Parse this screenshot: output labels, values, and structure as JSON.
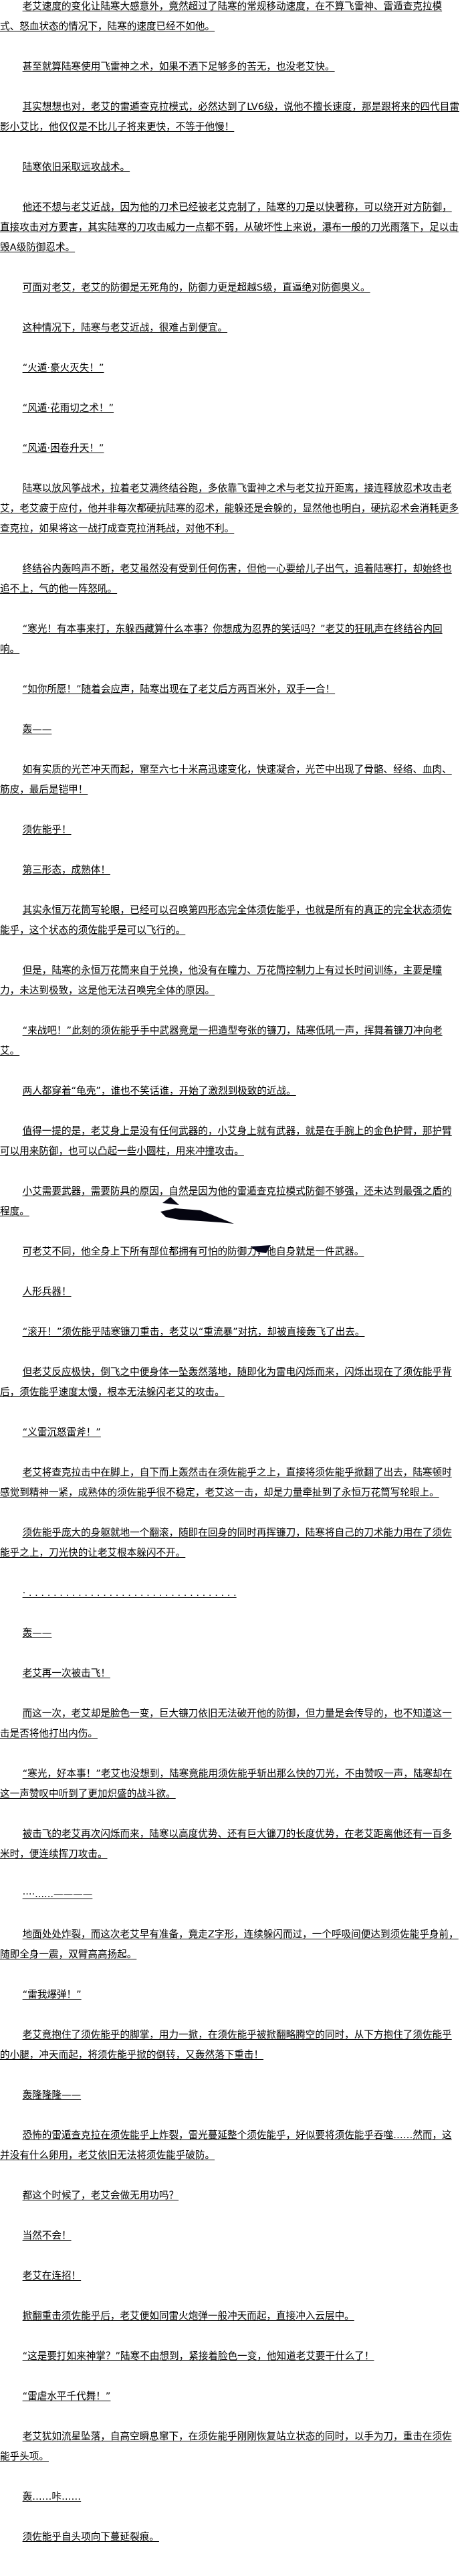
{
  "article": {
    "paragraphs": [
      "老艾速度的变化让陆寒大感意外，竟然超过了陆寒的常规移动速度，在不算飞雷神、雷遁查克拉模式、怒血状态的情况下，陆寒的速度已经不如他。",
      "甚至就算陆寒使用飞雷神之术，如果不洒下足够多的苦无，也没老艾快。",
      "其实想想也对，老艾的雷遁查克拉模式，必然达到了LV6级，说他不擅长速度，那是跟将来的四代目雷影小艾比，他仅仅是不比儿子将来更快，不等于他慢！",
      "陆寒依旧采取远攻战术。",
      "他还不想与老艾近战，因为他的刀术已经被老艾克制了，陆寒的刀是以快著称，可以绕开对方防御，直接攻击对方要害，其实陆寒的刀攻击威力一点都不弱，从破坏性上来说，瀑布一般的刀光雨落下，足以击毁A级防御忍术。",
      "可面对老艾，老艾的防御是无死角的，防御力更是超越S级，直逼绝对防御奥义。",
      "这种情况下，陆寒与老艾近战，很难占到便宜。",
      "“火遁·豪火灭失！”",
      "“风遁·花雨切之术！”",
      "“风遁·困卷升天！”",
      "陆寒以放风筝战术，拉着老艾满终结谷跑，多依靠飞雷神之术与老艾拉开距离，接连释放忍术攻击老艾，老艾疲于应付，他并非每次都硬抗陆寒的忍术，能躲还是会躲的，显然他也明白，硬抗忍术会消耗更多查克拉，如果将这一战打成查克拉消耗战，对他不利。",
      "终结谷内轰鸣声不断，老艾虽然没有受到任何伤害，但他一心要给儿子出气，追着陆寒打，却始终也追不上，气的他一阵怒吼。",
      "“寒光！有本事来打，东躲西藏算什么本事？你想成为忍界的笑话吗？”老艾的狂吼声在终结谷内回响。",
      "“如你所愿！”随着会应声，陆寒出现在了老艾后方两百米外，双手一合！",
      "轰——",
      "如有实质的光芒冲天而起，窜至六七十米高迅速变化，快速凝合，光芒中出现了骨骼、经络、血肉、筋皮，最后是铠甲！",
      "须佐能乎！",
      "第三形态，成熟体！",
      "其实永恒万花筒写轮眼，已经可以召唤第四形态完全体须佐能乎，也就是所有的真正的完全状态须佐能乎，这个状态的须佐能乎是可以飞行的。",
      "但是，陆寒的永恒万花筒来自于兑换，他没有在瞳力、万花筒控制力上有过长时间训练，主要是瞳力，未达到极致，这是他无法召唤完全体的原因。",
      "“来战吧！”此刻的须佐能乎手中武器竟是一把造型夸张的镰刀，陆寒低吼一声，挥舞着镰刀冲向老艾。",
      "两人都穿着“龟壳”，谁也不笑话谁，开始了激烈到极致的近战。",
      "值得一提的是，老艾身上是没有任何武器的，小艾身上就有武器，就是在手腕上的金色护臂，那护臂可以用来防御，也可以凸起一些小圆柱，用来冲撞攻击。",
      "小艾需要武器，需要防具的原因，自然是因为他的雷遁查克拉模式防御不够强，还未达到最强之盾的程度。",
      "可老艾不同，他全身上下所有部位都拥有可怕的防御力，他自身就是一件武器。",
      "人形兵器！",
      "“滚开！”须佐能乎陆寒镰刀重击，老艾以“重流暴”对抗，却被直接轰飞了出去。",
      "但老艾反应极快，倒飞之中便身体一坠轰然落地，随即化为雷电闪烁而来，闪烁出现在了须佐能乎背后，须佐能乎速度太慢，根本无法躲闪老艾的攻击。",
      "“义雷沉怒雷斧！”",
      "老艾将查克拉击中在脚上，自下而上轰然击在须佐能乎之上，直接将须佐能乎掀翻了出去，陆寒顿时感觉到精神一紧，成熟体的须佐能乎很不稳定，老艾这一击，却是力量牵扯到了永恒万花筒写轮眼上。",
      "须佐能乎庞大的身躯就地一个翻滚，随即在回身的同时再挥镰刀，陆寒将自己的刀术能力用在了须佐能乎之上，刀光快的让老艾根本躲闪不开。",
      "·  . . . . . . . . . . . . . . . . . . . . . . . . . . . . . . . . . .",
      "轰——",
      "老艾再一次被击飞！",
      "而这一次，老艾却是脸色一变，巨大镰刀依旧无法破开他的防御，但力量是会传导的，也不知道这一击是否将他打出内伤。",
      "“寒光，好本事！”老艾也没想到，陆寒竟能用须佐能乎斩出那么快的刀光，不由赞叹一声，陆寒却在这一声赞叹中听到了更加炽盛的战斗欲。",
      "被击飞的老艾再次闪烁而来，陆寒以高度优势、还有巨大镰刀的长度优势，在老艾距离他还有一百多米时，便连续挥刀攻击。",
      "····......————",
      "地面处处炸裂，而这次老艾早有准备，竟走Z字形，连续躲闪而过，一个呼吸间便达到须佐能乎身前，随即全身一震，双臂高高扬起。",
      "“雷我爆弹！”",
      "老艾竟抱住了须佐能乎的脚掌，用力一掀，在须佐能乎被掀翻略腾空的同时，从下方抱住了须佐能乎的小腿，冲天而起，将须佐能乎掀的倒转，又轰然落下重击！",
      "轰隆隆隆——",
      "恐怖的雷遁查克拉在须佐能乎上炸裂，雷光蔓延整个须佐能乎，好似要将须佐能乎吞噬……然而，这并没有什么卵用，老艾依旧无法将须佐能乎破防。",
      "都这个时候了，老艾会做无用功吗？",
      "当然不会！",
      "老艾在连招！",
      "掀翻重击须佐能乎后，老艾便如同雷火炮弹一般冲天而起，直接冲入云层中。",
      "“这是要打如来神掌？”陆寒不由想到，紧接着脸色一变，他知道老艾要干什么了！",
      "“雷虐水平千代舞！”",
      "老艾犹如流星坠落，自高空瞬息窜下，在须佐能乎刚刚恢复站立状态的同时，以手为刀，重击在须佐能乎头项。",
      "轰……咔……",
      "须佐能乎自头项向下蔓延裂痕。"
    ]
  }
}
